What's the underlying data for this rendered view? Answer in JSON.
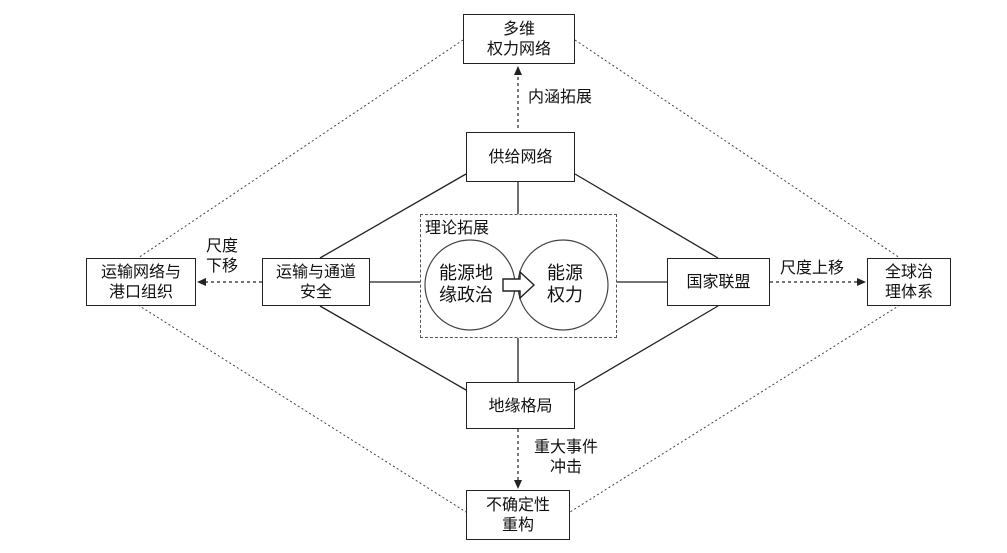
{
  "nodes": {
    "top": [
      "多维",
      "权力网络"
    ],
    "supply": [
      "供给网络"
    ],
    "left_outer": [
      "运输网络与",
      "港口组织"
    ],
    "left_inner": [
      "运输与通道",
      "安全"
    ],
    "right_inner": [
      "国家联盟"
    ],
    "right_outer": [
      "全球治",
      "理体系"
    ],
    "geo": [
      "地缘格局"
    ],
    "bottom": [
      "不确定性",
      "重构"
    ]
  },
  "theory": {
    "title": "理论拓展",
    "left_circle": [
      "能源地",
      "缘政治"
    ],
    "right_circle": [
      "能源",
      "权力"
    ]
  },
  "edge_labels": {
    "up": "内涵拓展",
    "left": [
      "尺度",
      "下移"
    ],
    "right": "尺度上移",
    "down": [
      "重大事件",
      "冲击"
    ]
  }
}
